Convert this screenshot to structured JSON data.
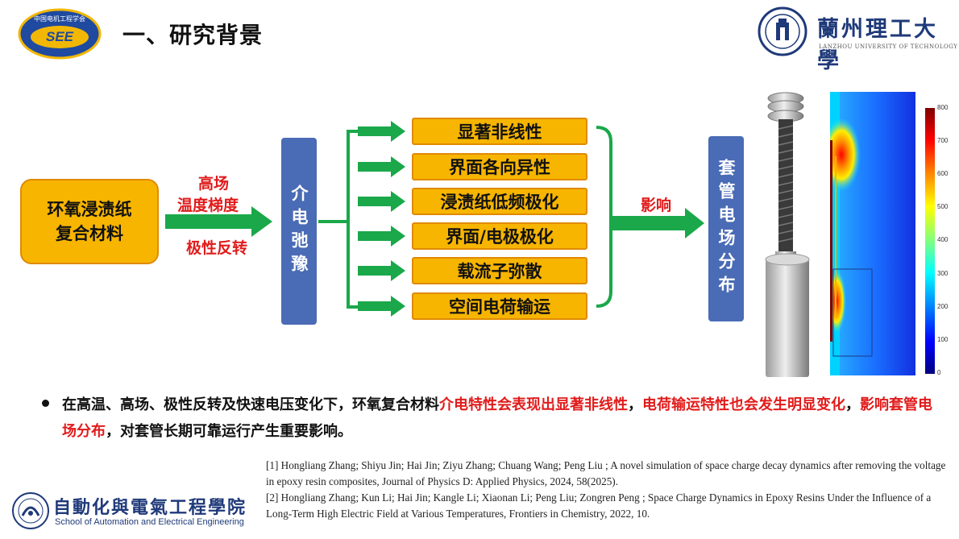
{
  "header": {
    "title": "一、研究背景",
    "see_logo": {
      "top_text": "中国电机工程学会",
      "main_text": "SEE"
    },
    "university": {
      "name_cn": "蘭州理工大學",
      "name_en": "LANZHOU UNIVERSITY OF TECHNOLOGY"
    }
  },
  "diagram": {
    "material": {
      "line1": "环氧浸渍纸",
      "line2": "复合材料"
    },
    "conditions": {
      "high_field": "高场",
      "temp_gradient": "温度梯度",
      "polarity_reversal": "极性反转"
    },
    "relaxation": "介电弛豫",
    "mechanisms": [
      "显著非线性",
      "界面各向异性",
      "浸渍纸低频极化",
      "界面/电极极化",
      "载流子弥散",
      "空间电荷输运"
    ],
    "influence": "影响",
    "result": "套管电场分布",
    "colorbar_ticks": [
      "800",
      "700",
      "600",
      "500",
      "400",
      "300",
      "200",
      "100",
      "0"
    ],
    "colors": {
      "orange": "#f7b500",
      "blue": "#4a6bb5",
      "green": "#1aa84a",
      "red": "#e11b1b"
    }
  },
  "bullet": {
    "p1": "在高温、高场、极性反转及快速电压变化下，环氧复合材料",
    "r1": "介电特性会表现出显著非线性",
    "p2": "，",
    "r2": "电荷输运特性也会发生明显变化",
    "p3": "，",
    "r3": "影响套管电场分布",
    "p4": "，对套管长期可靠运行产生重要影响。"
  },
  "references": [
    "[1] Hongliang Zhang; Shiyu Jin; Hai Jin; Ziyu Zhang; Chuang Wang; Peng Liu ; A novel simulation of space charge decay dynamics after removing the voltage in epoxy resin composites, Journal of Physics D: Applied Physics, 2024, 58(2025).",
    "[2] Hongliang Zhang; Kun Li; Hai Jin; Kangle Li; Xiaonan Li; Peng Liu; Zongren Peng ; Space Charge Dynamics in Epoxy Resins Under the Influence of a Long-Term High Electric Field at Various Temperatures, Frontiers in Chemistry, 2022, 10."
  ],
  "footer": {
    "school_cn": "自動化與電氣工程學院",
    "school_en": "School of Automation and Electrical Engineering"
  }
}
